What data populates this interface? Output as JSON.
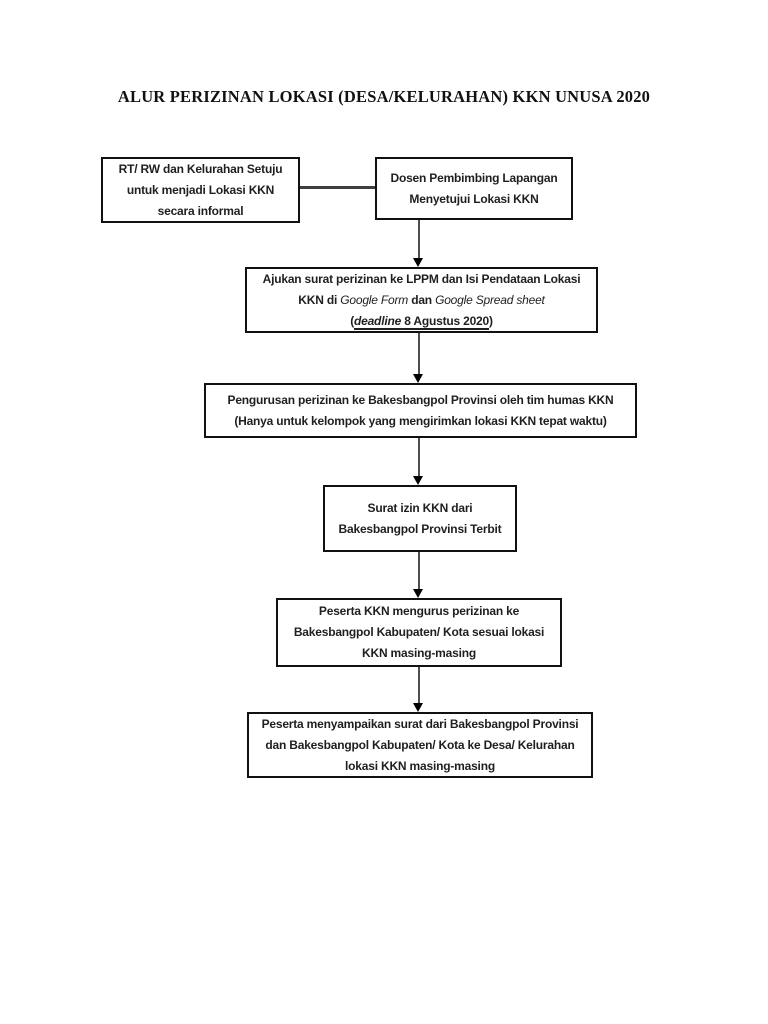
{
  "page": {
    "title": "ALUR PERIZINAN LOKASI (DESA/KELURAHAN) KKN UNUSA 2020"
  },
  "flowchart": {
    "box1": {
      "lines": [
        "RT/ RW dan Kelurahan Setuju",
        "untuk menjadi Lokasi KKN",
        "secara informal"
      ]
    },
    "box2": {
      "lines": [
        "Dosen Pembimbing Lapangan",
        "Menyetujui Lokasi KKN"
      ]
    },
    "box3": {
      "line1": "Ajukan surat perizinan ke LPPM dan Isi Pendataan Lokasi",
      "line2": {
        "pre": "KKN di ",
        "italic1": "Google Form",
        "mid": " dan ",
        "italic2": "Google Spread sheet"
      },
      "line3": {
        "open": "(",
        "italic": "deadline",
        "rest": " 8 Agustus 2020",
        "close": ")"
      }
    },
    "box4": {
      "lines": [
        "Pengurusan perizinan ke Bakesbangpol Provinsi oleh tim humas KKN",
        "(Hanya untuk kelompok yang mengirimkan lokasi KKN tepat waktu)"
      ]
    },
    "box5": {
      "lines": [
        "Surat izin KKN dari",
        "Bakesbangpol Provinsi Terbit"
      ]
    },
    "box6": {
      "lines": [
        "Peserta KKN mengurus perizinan ke",
        "Bakesbangpol Kabupaten/ Kota sesuai lokasi",
        "KKN masing-masing"
      ]
    },
    "box7": {
      "lines": [
        "Peserta menyampaikan surat dari Bakesbangpol Provinsi",
        "dan Bakesbangpol Kabupaten/ Kota ke Desa/ Kelurahan",
        "lokasi KKN masing-masing"
      ]
    },
    "colors": {
      "box_border": "#111111",
      "text": "#1f1f1f",
      "connector_line": "#4f4f4f",
      "arrowhead": "#000000",
      "background": "#ffffff"
    }
  }
}
